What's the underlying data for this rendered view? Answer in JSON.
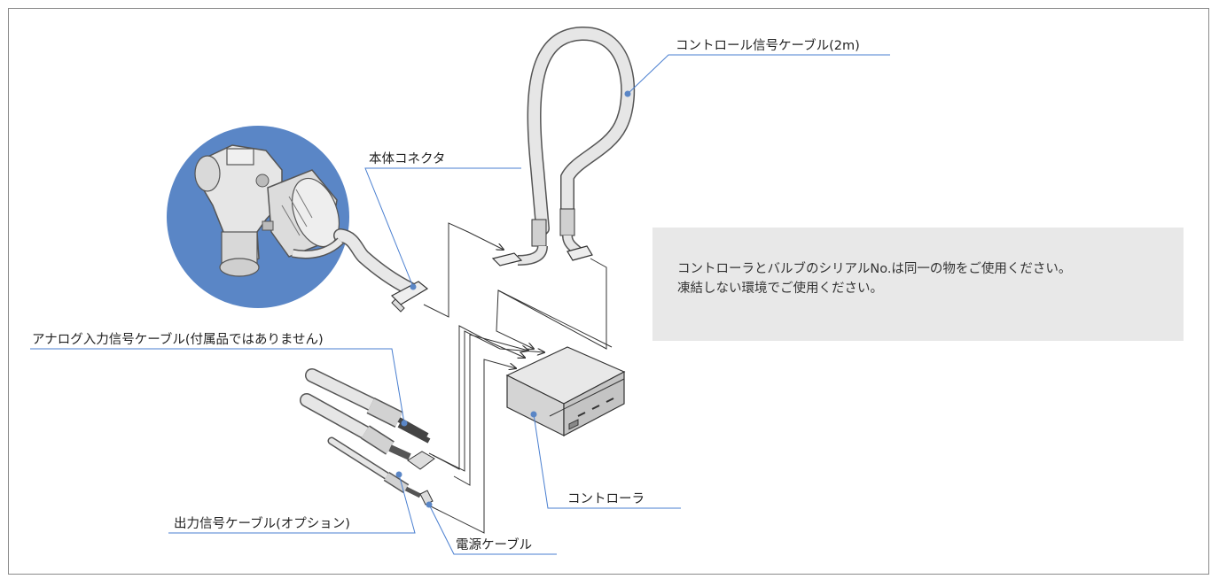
{
  "labels": {
    "control_cable": "コントロール信号ケーブル(2m)",
    "body_connector": "本体コネクタ",
    "analog_cable": "アナログ入力信号ケーブル(付属品ではありません)",
    "controller": "コントローラ",
    "output_cable": "出力信号ケーブル(オプション)",
    "power_cable": "電源ケーブル"
  },
  "note": {
    "line1": "コントローラとバルブのシリアルNo.は同一の物をご使用ください。",
    "line2": "凍結しない環境でご使用ください。"
  },
  "colors": {
    "accent_blue": "#5a86c6",
    "note_bg": "#e8e8e8",
    "leader_blue": "#4a7fd0"
  }
}
